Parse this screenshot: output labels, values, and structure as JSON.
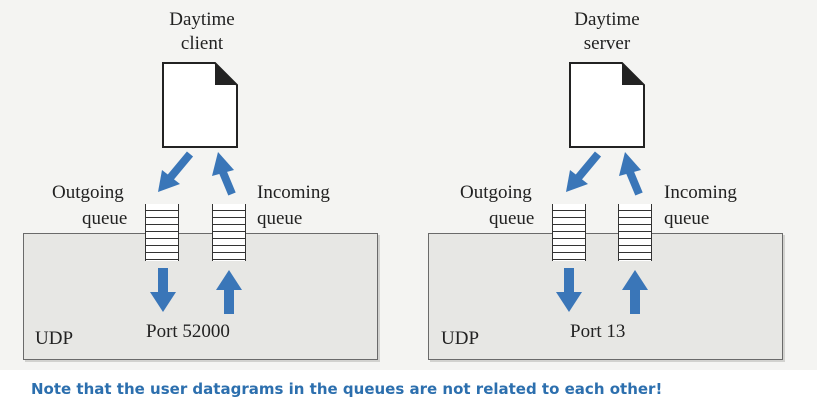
{
  "client": {
    "title_line1": "Daytime",
    "title_line2": "client",
    "outgoing_line1": "Outgoing",
    "outgoing_line2": "queue",
    "incoming_line1": "Incoming",
    "incoming_line2": "queue",
    "port": "Port 52000",
    "layer": "UDP"
  },
  "server": {
    "title_line1": "Daytime",
    "title_line2": "server",
    "outgoing_line1": "Outgoing",
    "outgoing_line2": "queue",
    "incoming_line1": "Incoming",
    "incoming_line2": "queue",
    "port": "Port 13",
    "layer": "UDP"
  },
  "note": "Note that the user datagrams in the queues are not related to each other!",
  "colors": {
    "arrow": "#3a76b8",
    "note_text": "#2c6fae"
  }
}
